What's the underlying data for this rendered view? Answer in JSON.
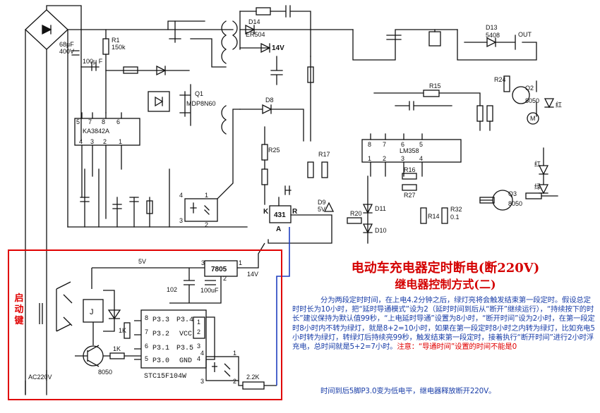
{
  "labels": {
    "cap_68": "68μF",
    "v400": "400V",
    "cap_100": "100μ F",
    "r1": "R1",
    "r1_val": "150k",
    "q1": "Q1",
    "q1_part": "MDP8N60",
    "ka3842": "KA3842A",
    "d14": "D14",
    "er504": "ER504",
    "v14": "14V",
    "d13": "D13",
    "d13_part": "5408",
    "out": "OUT",
    "d8": "D8",
    "r15": "R15",
    "r24": "R24",
    "q2": "Q2",
    "q2_part": "8050",
    "red": "红",
    "green": "绿",
    "lm358": "LM358",
    "r25": "R25",
    "r17": "R17",
    "r16": "R16",
    "r27": "R27",
    "d9": "D9",
    "d9_v": "5V",
    "d11": "D11",
    "d10": "D10",
    "r20": "R20",
    "r14": "R14",
    "r32": "R32",
    "r32_val": "0.1",
    "q3": "Q3",
    "q3_part": "8050",
    "tl431": "431",
    "k": "K",
    "r": "R",
    "a": "A",
    "v5": "5V",
    "reg7805": "7805",
    "c102": "102",
    "c100uf": "100uF",
    "v14b": "14V",
    "j": "J",
    "r1k_a": "1K",
    "r1k_b": "1K",
    "t8050": "8050",
    "r2k2": "2.2K",
    "ac220": "AC220V",
    "mcu": "STC15F104W",
    "p33": "P3.3",
    "p34": "P3.4",
    "p32": "P3.2",
    "vcc": "VCC",
    "p31": "P3.1",
    "p35": "P3.5",
    "p30": "P3.0",
    "gnd": "GND",
    "motor": "M"
  },
  "pins": {
    "ka_top": [
      "5",
      "7",
      "8",
      "6"
    ],
    "ka_bot": [
      "4",
      "3",
      "2",
      "1"
    ],
    "lm_top": [
      "8",
      "7",
      "6",
      "5"
    ],
    "lm_bot": [
      "1",
      "2",
      "3",
      "4"
    ],
    "mcu_left": [
      "8",
      "7",
      "6",
      "5"
    ],
    "mcu_right": [
      "1",
      "2",
      "3",
      "4"
    ],
    "opto1": [
      "4",
      "3",
      "1",
      "2"
    ],
    "opto2": [
      "4",
      "3",
      "1",
      "2"
    ],
    "reg": [
      "3",
      "1",
      "2"
    ]
  },
  "start_key": "启动键",
  "title": "电动车充电器定时断电(断220V)",
  "subtitle": "继电器控制方式(二)",
  "description": "分为两段定时时间，在上电4.2分钟之后，绿灯亮将会触发结束第一段定时。假设总定时时长为10小时，把“延时导通模式”设为2（延时时间到后从“断开”继续运行），“持续按下的时长”建议保持为默认值99秒，“上电延时导通”设置为8小时，“断开时间”设为2小时，在第一段定时8小时内不转为绿灯，就是8+2=10小时，如果在第一段定时8小时之内转为绿灯，比如充电5小时转为绿灯，转绿灯后持续亮99秒，触发结束第一段定时，接着执行“断开时间”进行2小时浮充电，总时间就是5+2=7小时。",
  "note": "注意：“导通时间”设置的时间不能是0",
  "footer": "时间到后5脚P3.0变为低电平，继电器释放断开220V。",
  "colors": {
    "title": "#d40000",
    "text": "#1a3ea8",
    "highlight_box": "#e00000",
    "wire_blue": "#1f3fbf"
  }
}
